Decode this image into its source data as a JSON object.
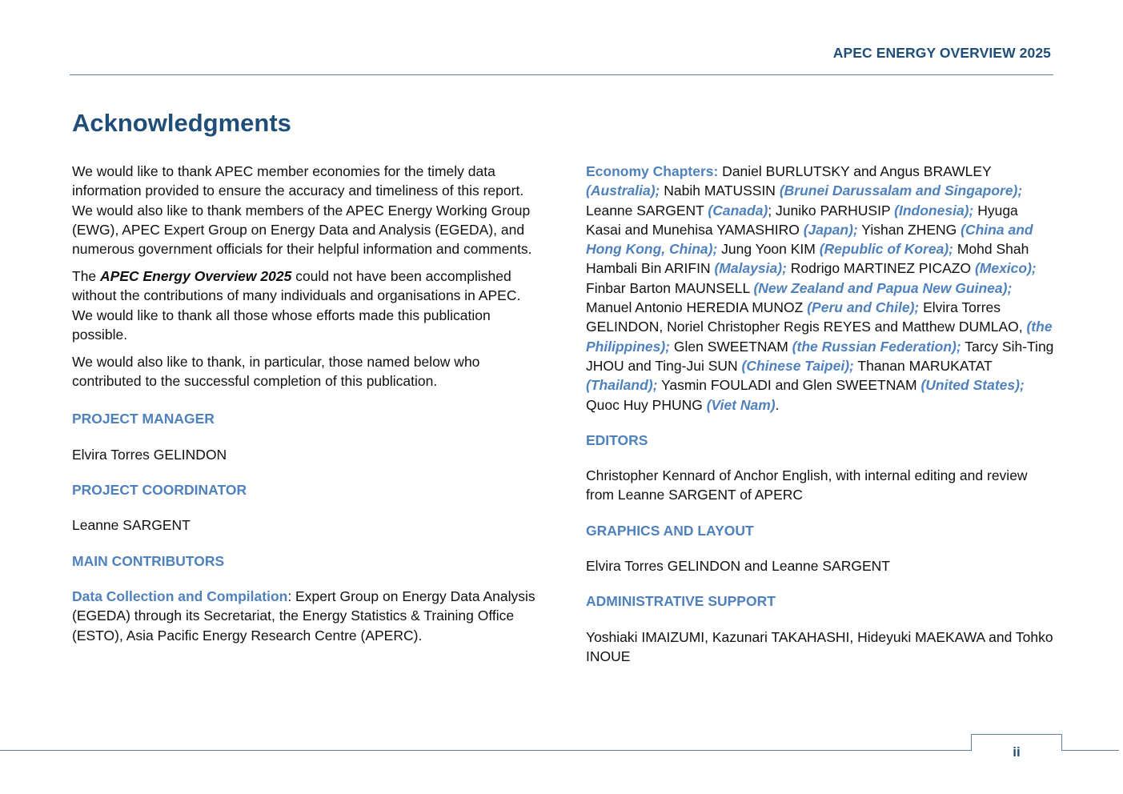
{
  "header": {
    "title": "APEC ENERGY OVERVIEW 2025"
  },
  "page": {
    "title": "Acknowledgments",
    "number": "ii"
  },
  "left": {
    "intro": "We would like to thank APEC member economies for the timely data information provided to ensure the accuracy and timeliness of this report. We would also like to thank members of the APEC Energy Working Group (EWG), APEC Expert Group on Energy Data and Analysis (EGEDA), and numerous government officials for their helpful information and comments.",
    "para2_start": "The ",
    "para2_title": "APEC Energy Overview 2025",
    "para2_end": " could not have been accomplished without the contributions of many individuals and organisations in APEC. We would like to thank all those whose efforts made this publication possible.",
    "para3": "We would also like to thank, in particular, those named below who contributed to the successful completion of this publication.",
    "project_manager_heading": "PROJECT MANAGER",
    "project_manager": "Elvira Torres GELINDON",
    "project_coordinator_heading": "PROJECT COORDINATOR",
    "project_coordinator": "Leanne SARGENT",
    "main_contributors_heading": "MAIN CONTRIBUTORS",
    "data_collection_label": "Data Collection and Compilation",
    "data_collection_text": ": Expert Group on Energy Data Analysis (EGEDA) through its Secretariat, the Energy Statistics & Training Office (ESTO), Asia Pacific Energy Research Centre (APERC)."
  },
  "right": {
    "economy_label": "Economy Chapters:",
    "economy_segments": [
      {
        "t": " Daniel BURLUTSKY and Angus BRAWLEY ",
        "s": "plain"
      },
      {
        "t": "(Australia);",
        "s": "blue-bi"
      },
      {
        "t": " Nabih MATUSSIN ",
        "s": "plain"
      },
      {
        "t": "(Brunei Darussalam and Singapore);",
        "s": "blue-bi"
      },
      {
        "t": " Leanne SARGENT ",
        "s": "plain"
      },
      {
        "t": "(Canada)",
        "s": "blue-bi"
      },
      {
        "t": "; Juniko PARHUSIP ",
        "s": "plain"
      },
      {
        "t": "(Indonesia);",
        "s": "blue-bi"
      },
      {
        "t": " Hyuga Kasai and Munehisa YAMASHIRO ",
        "s": "plain"
      },
      {
        "t": "(Japan);",
        "s": "blue-bi"
      },
      {
        "t": " Yishan ZHENG ",
        "s": "plain"
      },
      {
        "t": "(China and Hong Kong, China);",
        "s": "blue-bi"
      },
      {
        "t": " Jung Yoon KIM ",
        "s": "plain"
      },
      {
        "t": "(Republic of Korea);",
        "s": "blue-bi"
      },
      {
        "t": " Mohd Shah Hambali Bin ARIFIN ",
        "s": "plain"
      },
      {
        "t": "(Malaysia);",
        "s": "blue-bi"
      },
      {
        "t": " Rodrigo MARTINEZ PICAZO ",
        "s": "plain"
      },
      {
        "t": "(Mexico);",
        "s": "blue-bi"
      },
      {
        "t": " Finbar Barton MAUNSELL ",
        "s": "plain"
      },
      {
        "t": "(New Zealand and Papua New Guinea);",
        "s": "blue-bi"
      },
      {
        "t": " Manuel Antonio HEREDIA MUNOZ ",
        "s": "plain"
      },
      {
        "t": "(Peru and Chile);",
        "s": "blue-bi"
      },
      {
        "t": " Elvira Torres GELINDON, Noriel Christopher Regis REYES and Matthew DUMLAO, ",
        "s": "plain"
      },
      {
        "t": "(the Philippines);",
        "s": "blue-bi"
      },
      {
        "t": " Glen SWEETNAM ",
        "s": "plain"
      },
      {
        "t": "(the Russian Federation);",
        "s": "blue-bi"
      },
      {
        "t": " Tarcy Sih-Ting JHOU and Ting-Jui SUN ",
        "s": "plain"
      },
      {
        "t": "(Chinese Taipei);",
        "s": "blue-bi"
      },
      {
        "t": " Thanan MARUKATAT ",
        "s": "plain"
      },
      {
        "t": "(Thailand);",
        "s": "blue-bi"
      },
      {
        "t": " Yasmin FOULADI and Glen SWEETNAM ",
        "s": "plain"
      },
      {
        "t": "(United States);",
        "s": "blue-bi"
      },
      {
        "t": " Quoc Huy PHUNG ",
        "s": "plain"
      },
      {
        "t": "(Viet Nam)",
        "s": "blue-bi"
      },
      {
        "t": ".",
        "s": "plain"
      }
    ],
    "editors_heading": "EDITORS",
    "editors": "Christopher Kennard of Anchor English, with internal editing and review from Leanne SARGENT of APERC",
    "graphics_heading": "GRAPHICS AND LAYOUT",
    "graphics": "Elvira Torres GELINDON and Leanne SARGENT",
    "admin_heading": "ADMINISTRATIVE SUPPORT",
    "admin": "Yoshiaki IMAIZUMI, Kazunari TAKAHASHI, Hideyuki MAEKAWA and Tohko INOUE"
  },
  "colors": {
    "dark_blue": "#1f4e79",
    "accent_blue": "#4f81bd",
    "rule": "#5a7fa8"
  }
}
